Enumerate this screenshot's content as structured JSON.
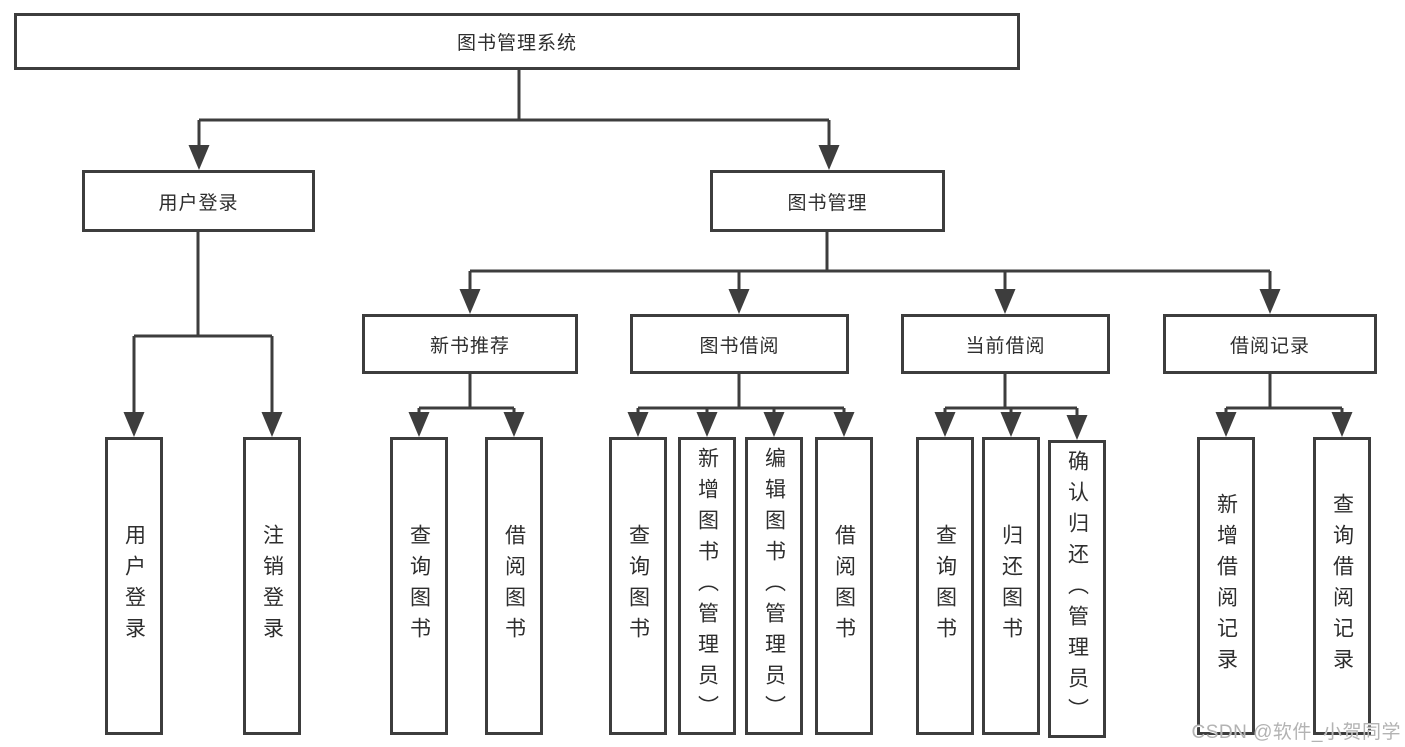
{
  "diagram_title": "图书管理系统",
  "tree": {
    "root": {
      "label": "图书管理系统",
      "children": [
        {
          "label": "用户登录",
          "children": [
            {
              "label": "用户登录"
            },
            {
              "label": "注销登录"
            }
          ]
        },
        {
          "label": "图书管理",
          "children": [
            {
              "label": "新书推荐",
              "children": [
                {
                  "label": "查询图书"
                },
                {
                  "label": "借阅图书"
                }
              ]
            },
            {
              "label": "图书借阅",
              "children": [
                {
                  "label": "查询图书"
                },
                {
                  "label": "新增图书（管理员）"
                },
                {
                  "label": "编辑图书（管理员）"
                },
                {
                  "label": "借阅图书"
                }
              ]
            },
            {
              "label": "当前借阅",
              "children": [
                {
                  "label": "查询图书"
                },
                {
                  "label": "归还图书"
                },
                {
                  "label": "确认归还（管理员）"
                }
              ]
            },
            {
              "label": "借阅记录",
              "children": [
                {
                  "label": "新增借阅记录"
                },
                {
                  "label": "查询借阅记录"
                }
              ]
            }
          ]
        }
      ]
    }
  },
  "watermark": "CSDN @软件_小贺同学",
  "colors": {
    "line": "#3d3d3d",
    "text": "#2e2e2e",
    "watermark": "#b3b3b3",
    "background": "#ffffff"
  }
}
